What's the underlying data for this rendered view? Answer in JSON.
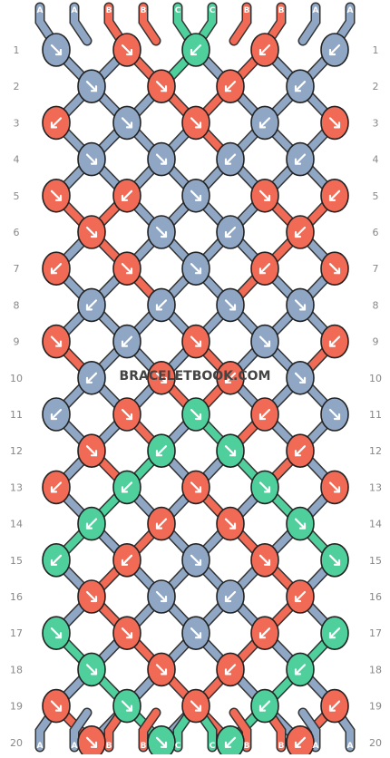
{
  "watermark": "BRACELETBOOK.COM",
  "colors": {
    "A": "#8fa7c4",
    "B": "#f06a55",
    "C": "#4fcf9c",
    "outline": "#222222",
    "rowlabel": "#888888"
  },
  "strands_top": [
    "A",
    "A",
    "B",
    "B",
    "C",
    "C",
    "B",
    "B",
    "A",
    "A"
  ],
  "strands_bottom": [
    "A",
    "A",
    "B",
    "B",
    "C",
    "C",
    "B",
    "B",
    "A",
    "A"
  ],
  "row_labels": [
    "1",
    "2",
    "3",
    "4",
    "5",
    "6",
    "7",
    "8",
    "9",
    "10",
    "11",
    "12",
    "13",
    "14",
    "15",
    "16",
    "17",
    "18",
    "19",
    "20"
  ],
  "knots": [
    [
      {
        "c": "A",
        "d": "se"
      },
      {
        "c": "B",
        "d": "se"
      },
      {
        "c": "C",
        "d": "sw"
      },
      {
        "c": "B",
        "d": "sw"
      },
      {
        "c": "A",
        "d": "sw"
      }
    ],
    [
      {
        "c": "A",
        "d": "se"
      },
      {
        "c": "B",
        "d": "se"
      },
      {
        "c": "B",
        "d": "sw"
      },
      {
        "c": "A",
        "d": "sw"
      }
    ],
    [
      {
        "c": "B",
        "d": "sw"
      },
      {
        "c": "A",
        "d": "se"
      },
      {
        "c": "B",
        "d": "se"
      },
      {
        "c": "A",
        "d": "sw"
      },
      {
        "c": "B",
        "d": "se"
      }
    ],
    [
      {
        "c": "A",
        "d": "se"
      },
      {
        "c": "A",
        "d": "se"
      },
      {
        "c": "A",
        "d": "sw"
      },
      {
        "c": "A",
        "d": "sw"
      }
    ],
    [
      {
        "c": "B",
        "d": "se"
      },
      {
        "c": "B",
        "d": "sw"
      },
      {
        "c": "A",
        "d": "se"
      },
      {
        "c": "B",
        "d": "se"
      },
      {
        "c": "B",
        "d": "sw"
      }
    ],
    [
      {
        "c": "B",
        "d": "se"
      },
      {
        "c": "A",
        "d": "se"
      },
      {
        "c": "A",
        "d": "sw"
      },
      {
        "c": "B",
        "d": "sw"
      }
    ],
    [
      {
        "c": "B",
        "d": "sw"
      },
      {
        "c": "B",
        "d": "se"
      },
      {
        "c": "A",
        "d": "se"
      },
      {
        "c": "B",
        "d": "sw"
      },
      {
        "c": "B",
        "d": "se"
      }
    ],
    [
      {
        "c": "A",
        "d": "sw"
      },
      {
        "c": "A",
        "d": "sw"
      },
      {
        "c": "A",
        "d": "se"
      },
      {
        "c": "A",
        "d": "se"
      }
    ],
    [
      {
        "c": "B",
        "d": "se"
      },
      {
        "c": "A",
        "d": "sw"
      },
      {
        "c": "B",
        "d": "se"
      },
      {
        "c": "A",
        "d": "se"
      },
      {
        "c": "B",
        "d": "sw"
      }
    ],
    [
      {
        "c": "A",
        "d": "sw"
      },
      {
        "c": "B",
        "d": "se"
      },
      {
        "c": "B",
        "d": "sw"
      },
      {
        "c": "A",
        "d": "se"
      }
    ],
    [
      {
        "c": "A",
        "d": "sw"
      },
      {
        "c": "B",
        "d": "se"
      },
      {
        "c": "C",
        "d": "se"
      },
      {
        "c": "B",
        "d": "sw"
      },
      {
        "c": "A",
        "d": "se"
      }
    ],
    [
      {
        "c": "B",
        "d": "se"
      },
      {
        "c": "C",
        "d": "sw"
      },
      {
        "c": "C",
        "d": "se"
      },
      {
        "c": "B",
        "d": "sw"
      }
    ],
    [
      {
        "c": "B",
        "d": "sw"
      },
      {
        "c": "C",
        "d": "sw"
      },
      {
        "c": "B",
        "d": "se"
      },
      {
        "c": "C",
        "d": "se"
      },
      {
        "c": "B",
        "d": "se"
      }
    ],
    [
      {
        "c": "C",
        "d": "sw"
      },
      {
        "c": "B",
        "d": "sw"
      },
      {
        "c": "B",
        "d": "se"
      },
      {
        "c": "C",
        "d": "se"
      }
    ],
    [
      {
        "c": "C",
        "d": "sw"
      },
      {
        "c": "B",
        "d": "sw"
      },
      {
        "c": "A",
        "d": "se"
      },
      {
        "c": "B",
        "d": "se"
      },
      {
        "c": "C",
        "d": "se"
      }
    ],
    [
      {
        "c": "B",
        "d": "se"
      },
      {
        "c": "A",
        "d": "se"
      },
      {
        "c": "A",
        "d": "sw"
      },
      {
        "c": "B",
        "d": "sw"
      }
    ],
    [
      {
        "c": "C",
        "d": "se"
      },
      {
        "c": "B",
        "d": "se"
      },
      {
        "c": "A",
        "d": "se"
      },
      {
        "c": "B",
        "d": "sw"
      },
      {
        "c": "C",
        "d": "sw"
      }
    ],
    [
      {
        "c": "C",
        "d": "se"
      },
      {
        "c": "B",
        "d": "se"
      },
      {
        "c": "B",
        "d": "sw"
      },
      {
        "c": "C",
        "d": "sw"
      }
    ],
    [
      {
        "c": "B",
        "d": "se"
      },
      {
        "c": "C",
        "d": "se"
      },
      {
        "c": "B",
        "d": "se"
      },
      {
        "c": "C",
        "d": "sw"
      },
      {
        "c": "B",
        "d": "sw"
      }
    ],
    [
      {
        "c": "B",
        "d": "se"
      },
      {
        "c": "C",
        "d": "se"
      },
      {
        "c": "C",
        "d": "sw"
      },
      {
        "c": "B",
        "d": "sw"
      }
    ]
  ]
}
